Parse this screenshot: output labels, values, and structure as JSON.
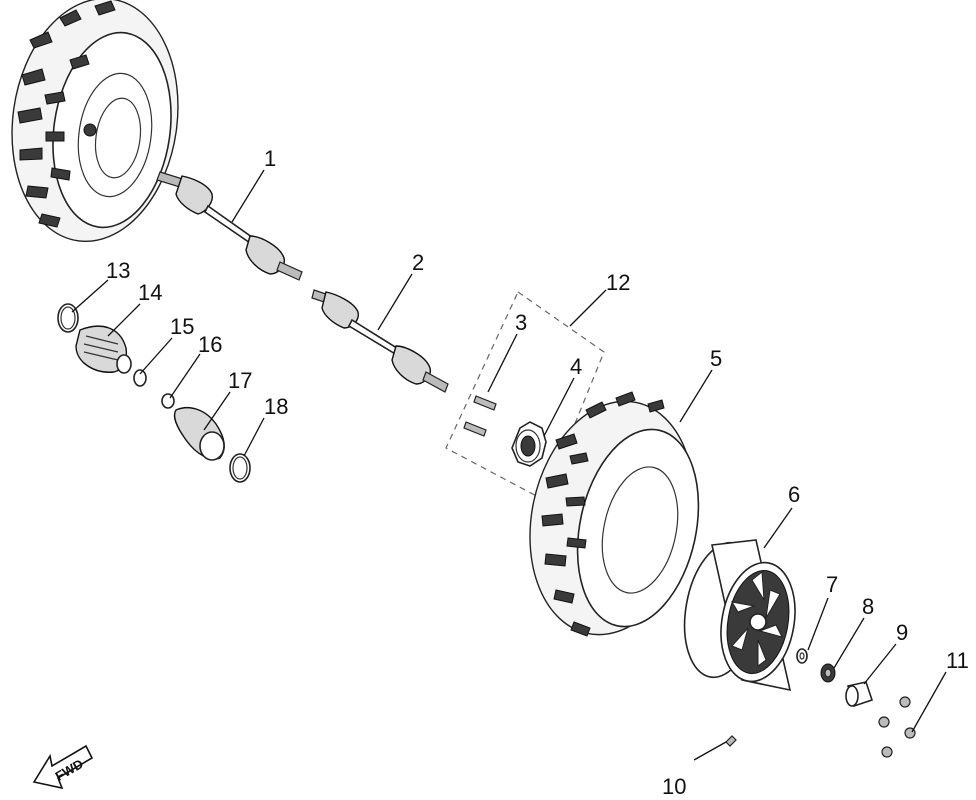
{
  "callouts": {
    "c1": "1",
    "c2": "2",
    "c3": "3",
    "c4": "4",
    "c5": "5",
    "c6": "6",
    "c7": "7",
    "c8": "8",
    "c9": "9",
    "c10": "10",
    "c11": "11",
    "c12": "12",
    "c13": "13",
    "c14": "14",
    "c15": "15",
    "c16": "16",
    "c17": "17",
    "c18": "18"
  },
  "fwd_label": "FWD"
}
